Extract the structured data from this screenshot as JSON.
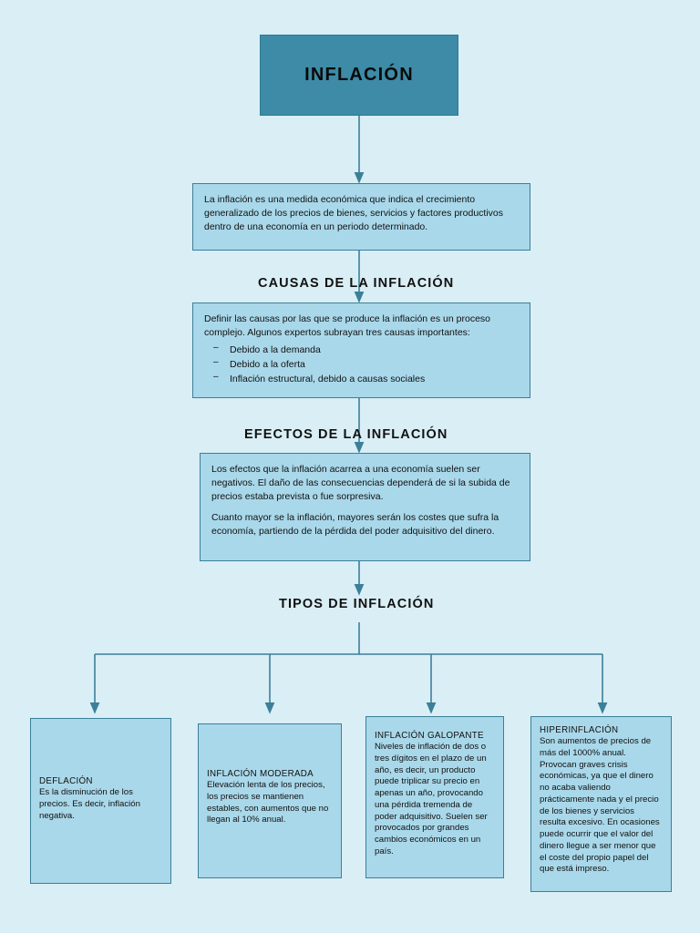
{
  "colors": {
    "background": "#d9eef5",
    "title_fill": "#3d8ba6",
    "box_fill": "#a9d8ea",
    "box_border": "#3c7f99",
    "connector": "#3c7f99"
  },
  "title": {
    "text": "INFLACIÓN"
  },
  "intro": {
    "text": "La inflación es una medida económica que indica el crecimiento generalizado de los precios de bienes, servicios y factores productivos dentro de una economía en un periodo determinado."
  },
  "causas": {
    "heading": "CAUSAS DE LA INFLACIÓN",
    "intro": "Definir las causas por las que se produce la inflación es un proceso complejo. Algunos expertos subrayan tres causas importantes:",
    "items": [
      "Debido a la demanda",
      "Debido a la oferta",
      "Inflación estructural, debido a causas sociales"
    ]
  },
  "efectos": {
    "heading": "EFECTOS DE LA INFLACIÓN",
    "paragraph1": "Los efectos que la inflación acarrea a una economía suelen ser negativos. El daño de las consecuencias dependerá de si la subida de precios estaba prevista o fue sorpresiva.",
    "paragraph2": "Cuanto mayor se la inflación, mayores serán los costes que sufra la economía, partiendo de la pérdida del poder adquisitivo del dinero."
  },
  "tipos": {
    "heading": "TIPOS DE INFLACIÓN",
    "items": [
      {
        "title": "DEFLACIÓN",
        "body": " Es la disminución de los precios. Es decir, inflación negativa."
      },
      {
        "title": "INFLACIÓN MODERADA",
        "body": "Elevación lenta de los precios, los precios se mantienen estables, con aumentos que no llegan al 10% anual."
      },
      {
        "title": "INFLACIÓN GALOPANTE",
        "body": " Niveles de inflación de dos o tres dígitos en el plazo de un año, es decir, un producto puede triplicar su precio en apenas un año, provocando una pérdida tremenda de poder adquisitivo. Suelen ser provocados por grandes cambios económicos en un país."
      },
      {
        "title": "HIPERINFLACIÓN",
        "body": " Son aumentos de precios de más del 1000% anual. Provocan graves crisis económicas, ya que el dinero no acaba valiendo prácticamente nada y el precio de los bienes y servicios resulta excesivo. En ocasiones puede ocurrir que el valor del dinero llegue a ser menor que el coste del propio papel del que está impreso."
      }
    ]
  }
}
